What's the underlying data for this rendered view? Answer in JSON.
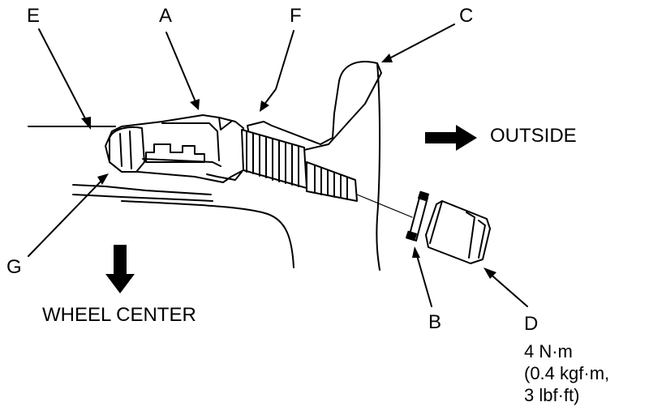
{
  "labels": {
    "a": "A",
    "b": "B",
    "c": "C",
    "d": "D",
    "e": "E",
    "f": "F",
    "g": "G"
  },
  "directions": {
    "outside": "OUTSIDE",
    "wheel_center": "WHEEL CENTER"
  },
  "torque_spec": {
    "line1": "4 N·m",
    "line2": "(0.4 kgf·m,",
    "line3": "3 lbf·ft)"
  },
  "colors": {
    "ink": "#000000",
    "background": "#ffffff"
  }
}
